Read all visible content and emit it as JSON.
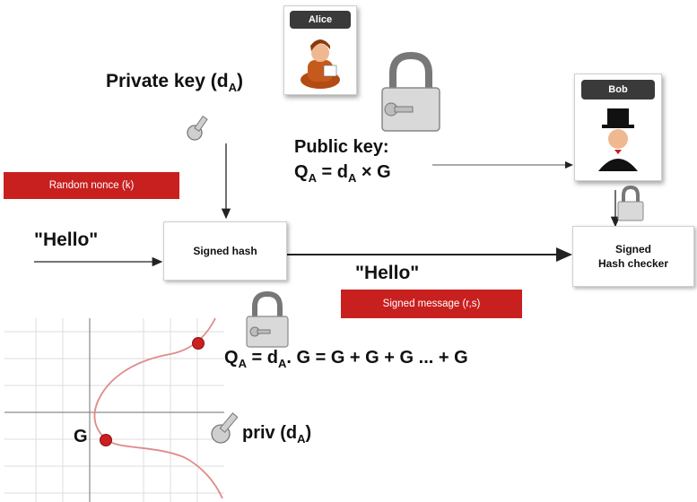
{
  "alice": {
    "label": "Alice"
  },
  "bob": {
    "label": "Bob"
  },
  "private_key": {
    "text": "Private key (d",
    "sub": "A",
    "close": ")"
  },
  "public_key": {
    "line1": "Public key:",
    "q": "Q",
    "sub1": "A",
    "mid": " = d",
    "sub2": "A",
    "tail": " × G"
  },
  "nonce": {
    "label": "Random nonce (k)"
  },
  "hello_in": {
    "text": "\"Hello\""
  },
  "signed_hash": {
    "label": "Signed hash"
  },
  "hello_out": {
    "text": "\"Hello\""
  },
  "signed_message": {
    "label": "Signed message (r,s)"
  },
  "checker": {
    "line1": "Signed",
    "line2": "Hash checker"
  },
  "equation": {
    "q": "Q",
    "sub1": "A",
    "mid": " = d",
    "sub2": "A",
    "tail": ". G = G + G + G ... + G"
  },
  "curve": {
    "g_label": "G",
    "priv": "priv (d",
    "priv_sub": "A",
    "priv_close": ")"
  },
  "colors": {
    "accent_red": "#c8201f",
    "curve": "#e08a8a",
    "point": "#cc1f1f",
    "grid": "#d8d8d8"
  }
}
